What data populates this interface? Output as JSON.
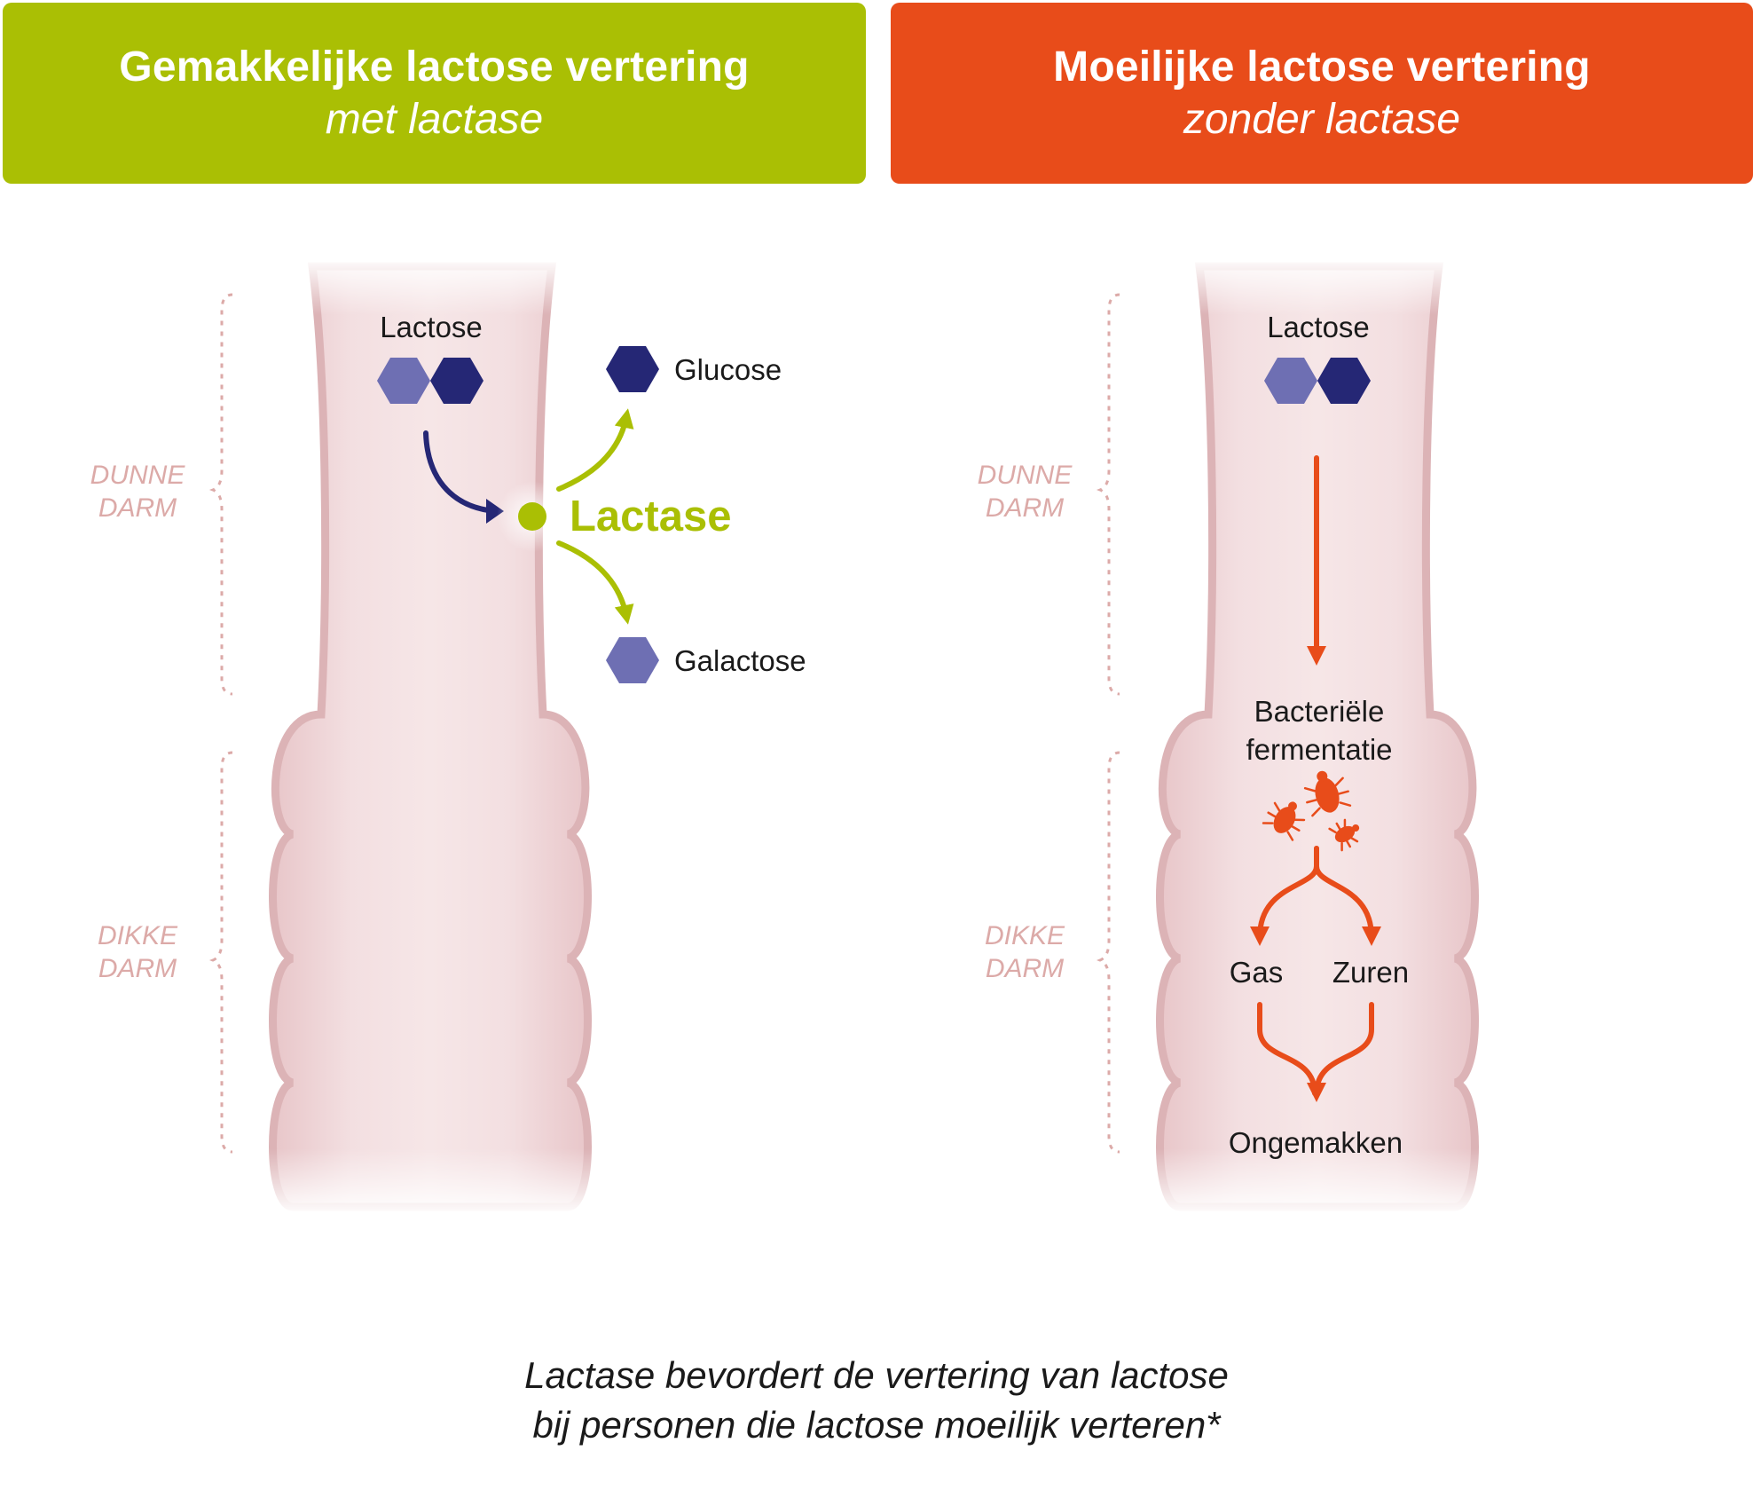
{
  "left_panel": {
    "title": "Gemakkelijke lactose vertering",
    "subtitle": "met lactase",
    "color": "#aabf04",
    "lactose_label": "Lactose",
    "enzyme_label": "Lactase",
    "product_1": "Glucose",
    "product_2": "Galactose",
    "small_intestine_label": [
      "DUNNE",
      "DARM"
    ],
    "large_intestine_label": [
      "DIKKE",
      "DARM"
    ]
  },
  "right_panel": {
    "title": "Moeilijke lactose vertering",
    "subtitle": "zonder lactase",
    "color": "#e84c1a",
    "lactose_label": "Lactose",
    "fermentation_label": [
      "Bacteriële",
      "fermentatie"
    ],
    "output_1": "Gas",
    "output_2": "Zuren",
    "result": "Ongemakken",
    "small_intestine_label": [
      "DUNNE",
      "DARM"
    ],
    "large_intestine_label": [
      "DIKKE",
      "DARM"
    ]
  },
  "colors": {
    "molecule_light": "#6e6fb3",
    "molecule_dark": "#252775",
    "intestine_fill": "#f5e3e4",
    "intestine_edge": "#dcb3b6",
    "brace_color": "#dcaaa8"
  },
  "caption": [
    "Lactase bevordert de vertering van lactose",
    "bij personen die lactose moeilijk verteren*"
  ]
}
